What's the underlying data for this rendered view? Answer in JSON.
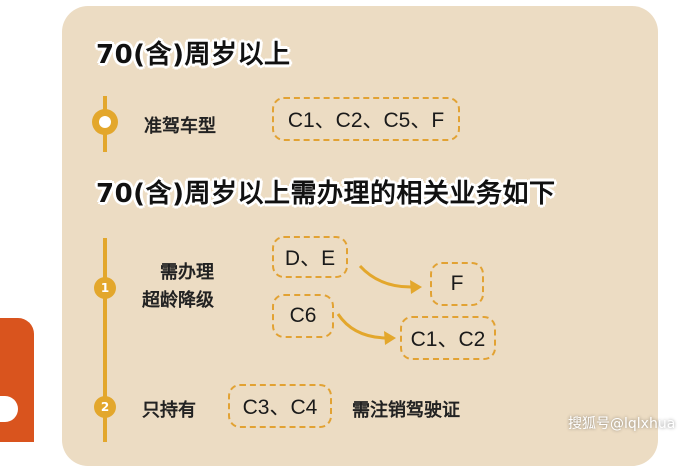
{
  "heading_age": "70(含)周岁以上",
  "section_license": {
    "label": "准驾车型",
    "value": "C1、C2、C5、F"
  },
  "heading_business": "70(含)周岁以上需办理的相关业务如下",
  "item1": {
    "number": "1",
    "label_line1": "需办理",
    "label_line2": "超龄降级",
    "from_a": "D、E",
    "to_a": "F",
    "from_b": "C6",
    "to_b": "C1、C2"
  },
  "item2": {
    "number": "2",
    "label": "只持有",
    "value": "C3、C4",
    "action": "需注销驾驶证"
  },
  "watermark": "搜狐号@lqlxhua",
  "colors": {
    "card_bg": "#ecdcc3",
    "accent": "#e3a72c",
    "deco": "#d9541e"
  }
}
